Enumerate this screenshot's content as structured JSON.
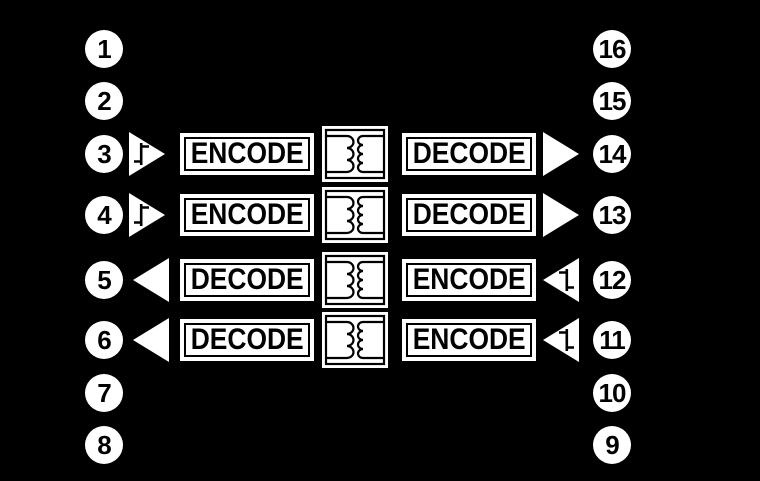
{
  "colors": {
    "background": "#000000",
    "shape_fill": "#ffffff",
    "ink": "#000000"
  },
  "pins_left": [
    "1",
    "2",
    "3",
    "4",
    "5",
    "6",
    "7",
    "8"
  ],
  "pins_right": [
    "16",
    "15",
    "14",
    "13",
    "12",
    "11",
    "10",
    "9"
  ],
  "channels": [
    {
      "id": "channel-a",
      "direction": "left-to-right",
      "input_pin": "3",
      "output_pin": "14",
      "left_block": "ENCODE",
      "right_block": "DECODE"
    },
    {
      "id": "channel-b",
      "direction": "left-to-right",
      "input_pin": "4",
      "output_pin": "13",
      "left_block": "ENCODE",
      "right_block": "DECODE"
    },
    {
      "id": "channel-c",
      "direction": "right-to-left",
      "input_pin": "12",
      "output_pin": "5",
      "left_block": "DECODE",
      "right_block": "ENCODE"
    },
    {
      "id": "channel-d",
      "direction": "right-to-left",
      "input_pin": "11",
      "output_pin": "6",
      "left_block": "DECODE",
      "right_block": "ENCODE"
    }
  ],
  "icons": {
    "input_buffer": "pulse-edge-buffer-triangle-icon",
    "output_buffer": "buffer-triangle-icon",
    "transformer": "isolation-transformer-coils-icon"
  }
}
